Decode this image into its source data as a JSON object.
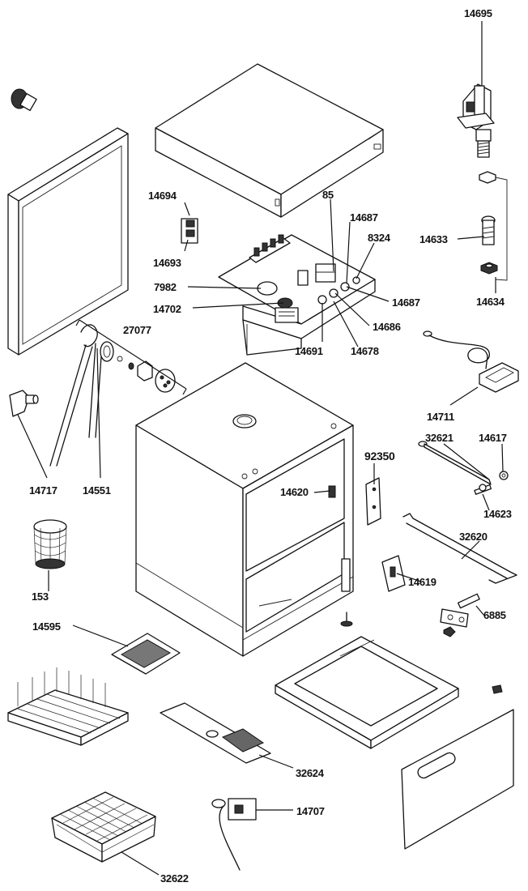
{
  "diagram": {
    "part_numbers": {
      "p14695": "14695",
      "p14694": "14694",
      "p14693": "14693",
      "p85": "85",
      "p14687a": "14687",
      "p8324": "8324",
      "p14633": "14633",
      "p14634": "14634",
      "p7982": "7982",
      "p14702": "14702",
      "p14687b": "14687",
      "p14686": "14686",
      "p27077": "27077",
      "p14691": "14691",
      "p14678": "14678",
      "p14711": "14711",
      "p14717": "14717",
      "p14551": "14551",
      "p32621": "32621",
      "p14617": "14617",
      "p92350": "92350",
      "p14620": "14620",
      "p14623": "14623",
      "p32620": "32620",
      "p153": "153",
      "p14619": "14619",
      "p6885": "6885",
      "p14595": "14595",
      "p32624": "32624",
      "p14707": "14707",
      "p32622": "32622"
    }
  }
}
